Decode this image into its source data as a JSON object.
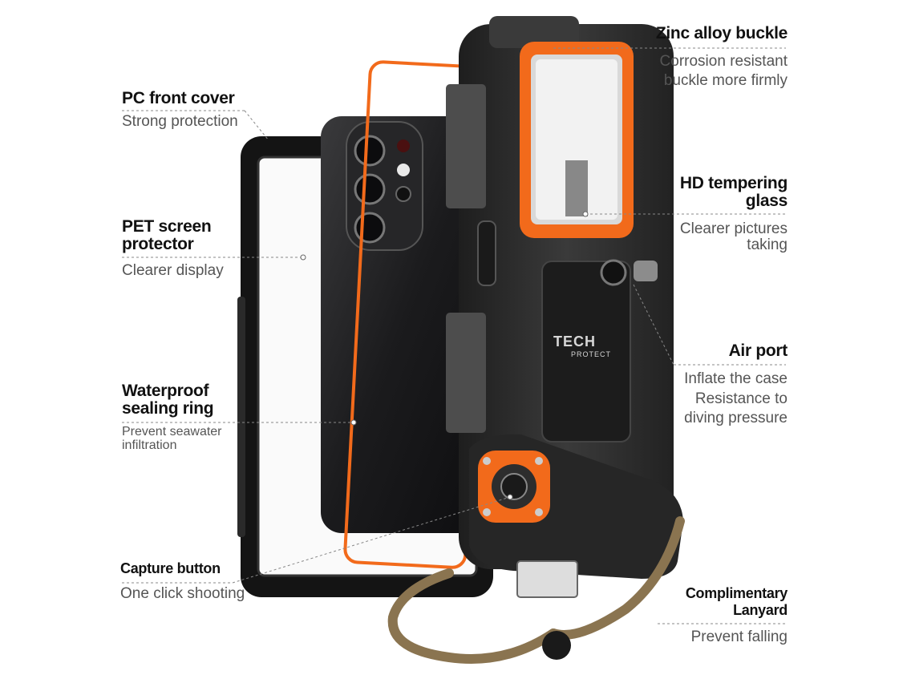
{
  "labels": {
    "pc_cover": {
      "title": "PC front cover",
      "sub": "Strong protection"
    },
    "pet": {
      "title1": "PET screen",
      "title2": "protector",
      "sub": "Clearer display"
    },
    "sealing": {
      "title1": "Waterproof",
      "title2": "sealing ring",
      "sub1": "Prevent seawater",
      "sub2": "infiltration"
    },
    "capture": {
      "title": "Capture button",
      "sub": "One click shooting"
    },
    "zinc": {
      "title": "Zinc alloy buckle",
      "sub1": "Corrosion resistant",
      "sub2": "buckle more firmly"
    },
    "hd": {
      "title1": "HD tempering",
      "title2": "glass",
      "sub1": "Clearer pictures",
      "sub2": "taking"
    },
    "air": {
      "title": "Air port",
      "sub1": "Inflate the case",
      "sub2": "Resistance to",
      "sub3": "diving pressure"
    },
    "lanyard": {
      "title1": "Complimentary",
      "title2": "Lanyard",
      "sub": "Prevent falling"
    }
  },
  "logo": {
    "line1": "TECH",
    "line2": "PROTECT"
  },
  "colors": {
    "accent": "#f26a1b",
    "case": "#2a2a2a",
    "text": "#111111",
    "subtext": "#555555"
  }
}
